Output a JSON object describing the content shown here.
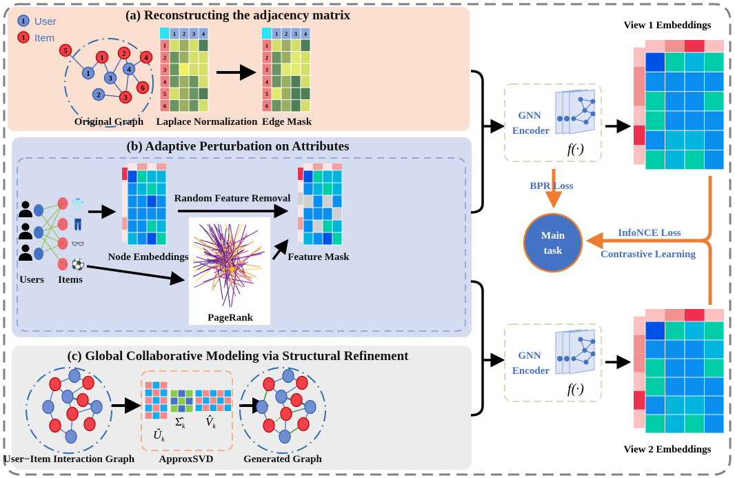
{
  "panels": {
    "a": {
      "title": "(a) Reconstructing the adjacency matrix",
      "legend_user": "User",
      "legend_item": "Item",
      "legend_num": "1",
      "graph_label": "Original Graph",
      "laplace_label": "Laplace Normalization",
      "edgemask_label": "Edge Mask",
      "col_headers": [
        "1",
        "2",
        "3",
        "4"
      ],
      "row_headers": [
        "1",
        "2",
        "3",
        "4",
        "5",
        "6"
      ],
      "user_nodes": [
        "1",
        "3",
        "4",
        "2"
      ],
      "item_nodes": [
        "5",
        "1",
        "2",
        "4",
        "6",
        "3"
      ]
    },
    "b": {
      "title": "(b) Adaptive Perturbation on Attributes",
      "users_label": "Users",
      "items_label": "Items",
      "node_emb_label": "Node Embeddings",
      "removal_label": "Random Feature Removal",
      "pagerank_label": "PageRank",
      "feature_mask_label": "Feature Mask",
      "item_icons": [
        "tshirt-icon",
        "pants-icon",
        "glasses-icon",
        "soccer-ball-icon"
      ]
    },
    "c": {
      "title": "(c) Global Collaborative Modeling via Structural Refinement",
      "graph_label": "User−Item Interaction Graph",
      "svd_label": "ApproxSVD",
      "u_label": "Û",
      "sigma_label": "Σ̂",
      "v_label": "V̂",
      "sub_k": "k",
      "generated_label": "Generated Graph"
    }
  },
  "right": {
    "encoder_label_1": "GNN",
    "encoder_label_2": "Encoder",
    "func_label": "f(·)",
    "view1_label": "View 1 Embeddings",
    "view2_label": "View 2 Embeddings",
    "bpr_label": "BPR  Loss",
    "main_task_1": "Main",
    "main_task_2": "task",
    "infonce_label": "InfoNCE Loss",
    "contrastive_label": "Contrastive Learning"
  },
  "colors": {
    "panel_a_bg": "#fbe0d2",
    "panel_b_bg": "#d6dcef",
    "panel_c_bg": "#ececec",
    "user": "#6f8fd0",
    "item": "#f0404a",
    "accent_orange": "#ed7d31",
    "main_task": "#4472c4",
    "text_blue": "#4a6fc0",
    "header_blue": "#8ea9db",
    "corner_cyan": "#33e0f0",
    "row_pink": "#f08080",
    "g": {
      "L": "#d4df6b",
      "M": "#9cae60",
      "D": "#6b9460",
      "K": "#4f7f58",
      "B": "#f2f25c",
      "Y": "#e3ea70"
    },
    "e": {
      "B": "#0a8ef0",
      "T": "#00cca8",
      "C": "#00b4dc",
      "D": "#0052e6",
      "G": "#cfcfcf"
    },
    "p": {
      "l": "#fde6e6",
      "m": "#f2a0a0",
      "r": "#f0304f",
      "s": "#fcc0c0",
      "n": "#f09090"
    },
    "svd": {
      "r": "#f58a8a",
      "b": "#12aaf0",
      "g": "#8cc84b",
      "d": "#4472c4"
    }
  },
  "matrices": {
    "laplace": [
      [
        "L",
        "M",
        "L",
        "K"
      ],
      [
        "D",
        "M",
        "L",
        "L"
      ],
      [
        "D",
        "B",
        "L",
        "L"
      ],
      [
        "D",
        "M",
        "D",
        "L"
      ],
      [
        "L",
        "M",
        "D",
        "K"
      ],
      [
        "D",
        "M",
        "D",
        "L"
      ]
    ],
    "edge_mask": [
      [
        "L",
        "M",
        "L",
        "K"
      ],
      [
        "D",
        "M",
        "Y",
        "L"
      ],
      [
        "D",
        "Y",
        "Y",
        "L"
      ],
      [
        "D",
        "M",
        "K",
        "L"
      ],
      [
        "Y",
        "M",
        "K",
        "K"
      ],
      [
        "D",
        "M",
        "K",
        "L"
      ]
    ],
    "node_emb": {
      "top": [
        "l",
        "m",
        "l",
        "m"
      ],
      "left": [
        "r",
        "l",
        "l",
        "l",
        "m",
        "l"
      ],
      "grid": [
        [
          "D",
          "T",
          "C",
          "C"
        ],
        [
          "B",
          "C",
          "T",
          "C"
        ],
        [
          "B",
          "B",
          "D",
          "B"
        ],
        [
          "B",
          "B",
          "B",
          "B"
        ],
        [
          "B",
          "B",
          "T",
          "C"
        ],
        [
          "C",
          "B",
          "D",
          "T"
        ]
      ]
    },
    "feature_mask": {
      "top": [
        "l",
        "m",
        "l",
        "m"
      ],
      "left": [
        "r",
        "l",
        "G",
        "l",
        "m",
        "l"
      ],
      "grid": [
        [
          "D",
          "T",
          "C",
          "C"
        ],
        [
          "B",
          "C",
          "T",
          "C"
        ],
        [
          "G",
          "B",
          "G",
          "B"
        ],
        [
          "B",
          "B",
          "B",
          "G"
        ],
        [
          "B",
          "G",
          "T",
          "C"
        ],
        [
          "C",
          "B",
          "D",
          "T"
        ]
      ]
    },
    "view1": {
      "top": [
        "s",
        "n",
        "r",
        "s"
      ],
      "left": [
        "s",
        "n",
        "n",
        "s",
        "r",
        "s"
      ],
      "grid": [
        [
          "D",
          "T",
          "C",
          "T"
        ],
        [
          "B",
          "B",
          "B",
          "B"
        ],
        [
          "T",
          "B",
          "B",
          "T"
        ],
        [
          "T",
          "B",
          "B",
          "B"
        ],
        [
          "B",
          "C",
          "C",
          "B"
        ],
        [
          "T",
          "C",
          "T",
          "B"
        ]
      ]
    },
    "view2": {
      "top": [
        "s",
        "n",
        "r",
        "s"
      ],
      "left": [
        "s",
        "n",
        "n",
        "s",
        "r",
        "s"
      ],
      "grid": [
        [
          "D",
          "T",
          "C",
          "T"
        ],
        [
          "B",
          "B",
          "B",
          "C"
        ],
        [
          "T",
          "B",
          "B",
          "T"
        ],
        [
          "T",
          "B",
          "B",
          "B"
        ],
        [
          "B",
          "C",
          "C",
          "B"
        ],
        [
          "T",
          "C",
          "T",
          "B"
        ]
      ]
    },
    "svd_u": [
      [
        "r",
        "b",
        "r"
      ],
      [
        "b",
        "r",
        "b"
      ],
      [
        "r",
        "b",
        "r"
      ],
      [
        "b",
        "r",
        "b"
      ],
      [
        "r",
        "b",
        "r"
      ]
    ],
    "svd_sigma": [
      [
        "g",
        "d",
        "g"
      ],
      [
        "d",
        "g",
        "d"
      ],
      [
        "g",
        "d",
        "g"
      ]
    ],
    "svd_v": [
      [
        "b",
        "r",
        "b",
        "r",
        "b"
      ],
      [
        "r",
        "b",
        "r",
        "b",
        "r"
      ],
      [
        "b",
        "r",
        "b",
        "r",
        "b"
      ]
    ]
  }
}
